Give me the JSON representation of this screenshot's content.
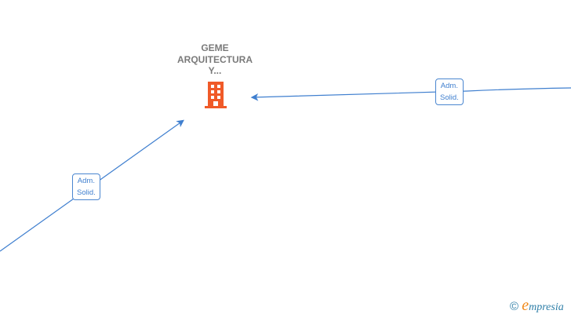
{
  "company_node": {
    "name_lines": [
      "GEME",
      "ARQUITECTURA",
      "Y..."
    ],
    "icon": "building-icon",
    "icon_color": "#f05a28"
  },
  "relations": [
    {
      "label_line1": "Adm.",
      "label_line2": "Solid.",
      "direction": "from-right"
    },
    {
      "label_line1": "Adm.",
      "label_line2": "Solid.",
      "direction": "from-bottom-left"
    }
  ],
  "colors": {
    "edge": "#3f7fcf",
    "title": "#7a7a7a"
  },
  "logo": {
    "copyright": "©",
    "brand_initial": "e",
    "brand_rest": "mpresia"
  }
}
